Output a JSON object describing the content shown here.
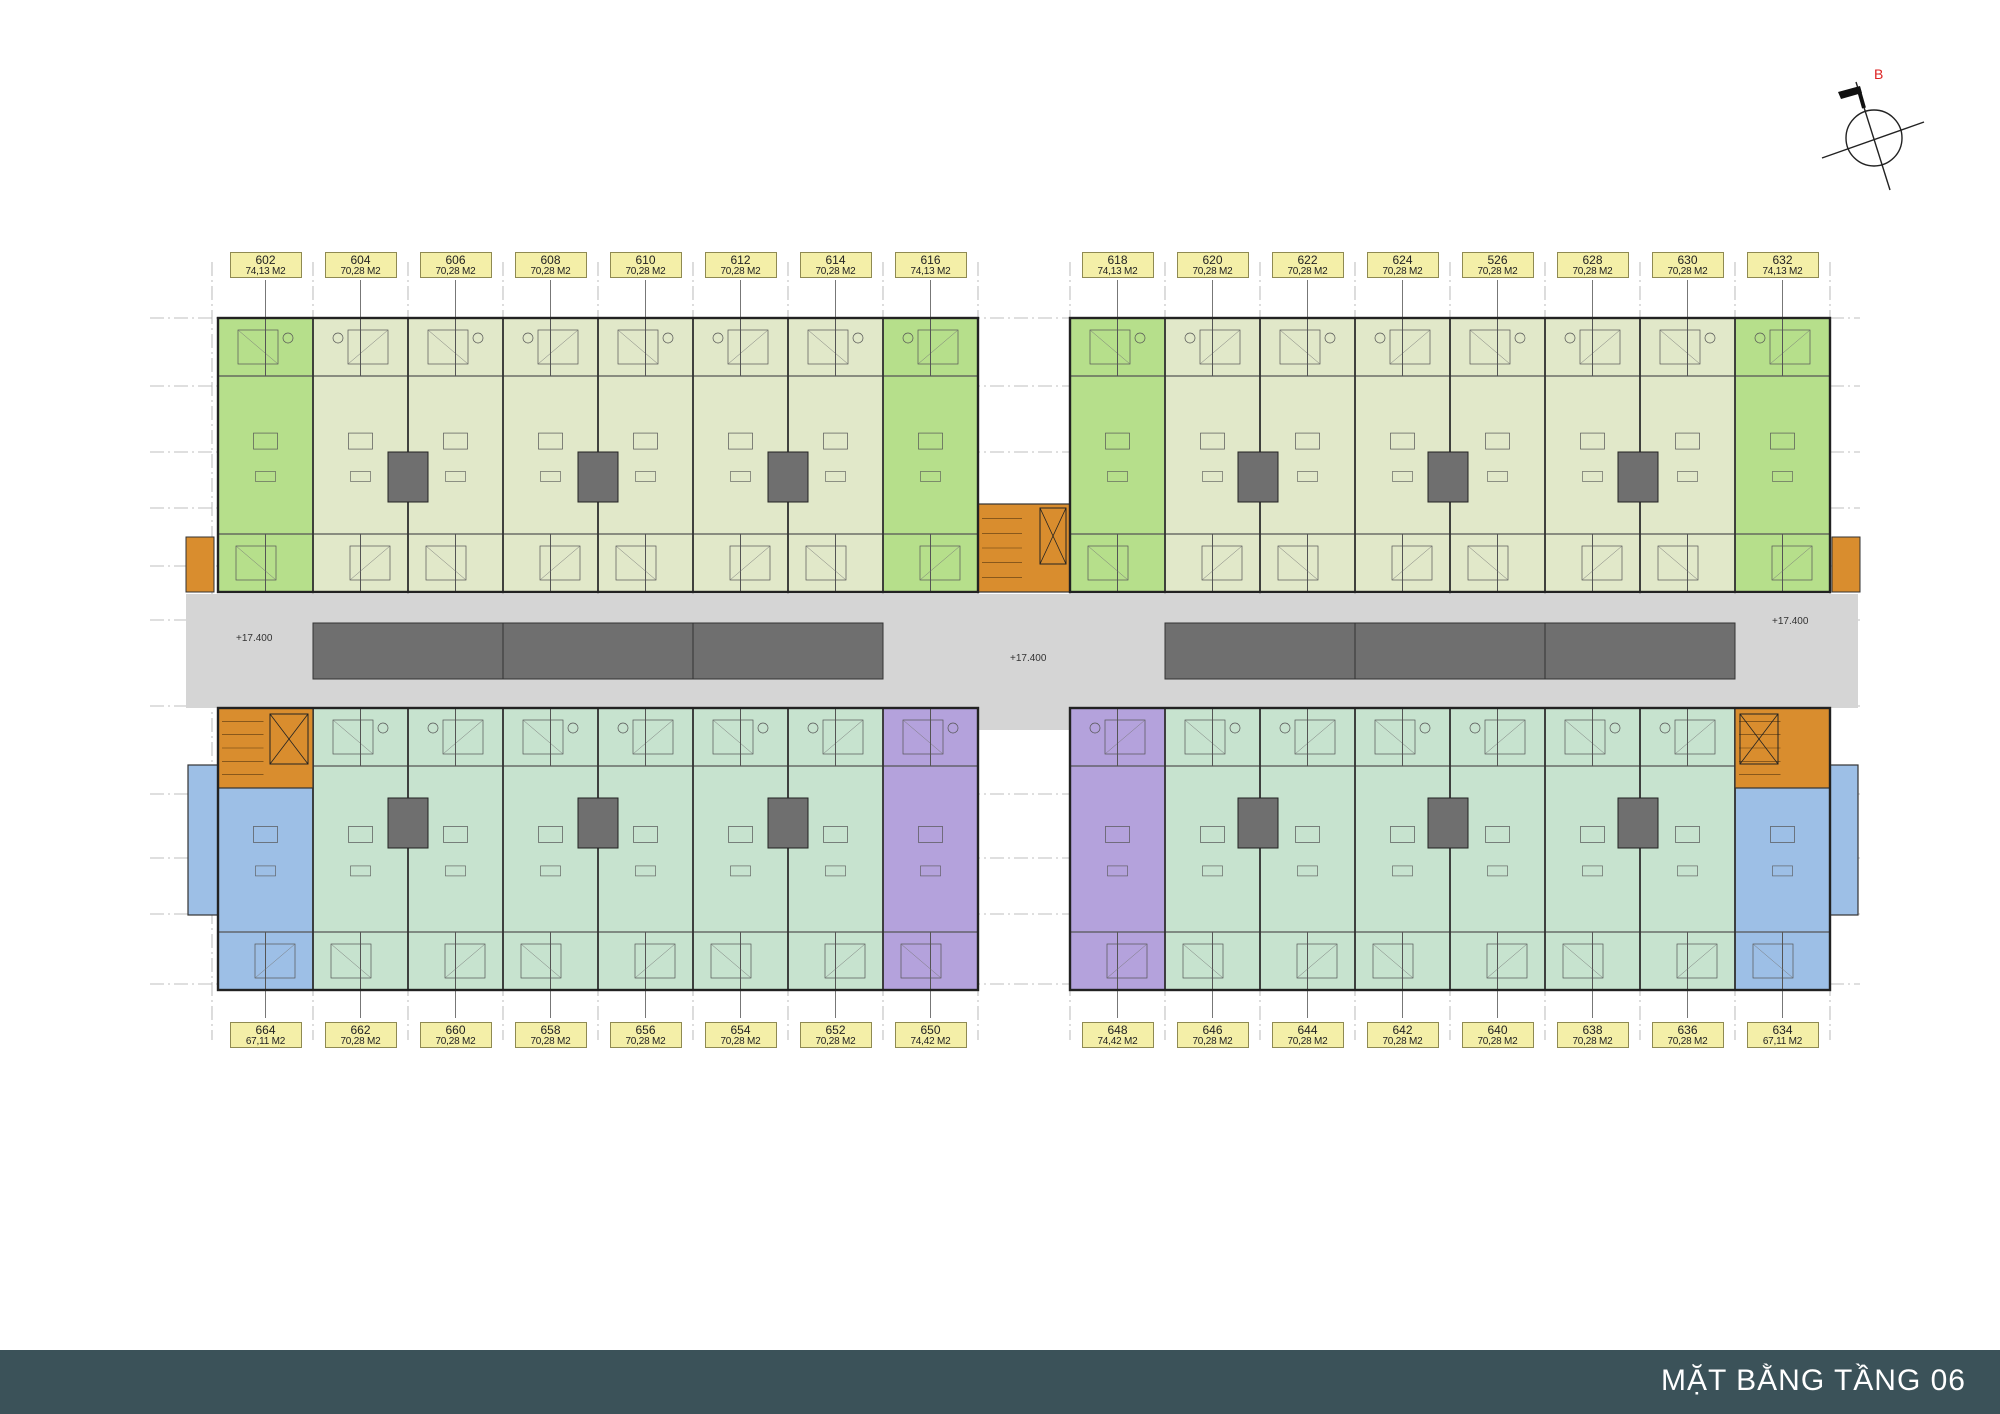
{
  "title": "MẶT BẰNG TẦNG 06",
  "compass": {
    "label": "B"
  },
  "levels": [
    "+17.400",
    "+17.400",
    "+17.400"
  ],
  "colors": {
    "corner_top": "#b6df8b",
    "standard_top": "#e1e8c9",
    "standard_bottom": "#c7e3cf",
    "corner_bottom": "#9dbfe6",
    "special_bottom": "#b4a2dc",
    "stair": "#d98d2e",
    "corridor": "#d5d5d5",
    "void": "#6f6f6f",
    "footer": "#3b5259"
  },
  "units_top": [
    {
      "id": "602",
      "area": "74,13 M2",
      "type": "corner"
    },
    {
      "id": "604",
      "area": "70,28 M2",
      "type": "standard"
    },
    {
      "id": "606",
      "area": "70,28 M2",
      "type": "standard"
    },
    {
      "id": "608",
      "area": "70,28 M2",
      "type": "standard"
    },
    {
      "id": "610",
      "area": "70,28 M2",
      "type": "standard"
    },
    {
      "id": "612",
      "area": "70,28 M2",
      "type": "standard"
    },
    {
      "id": "614",
      "area": "70,28 M2",
      "type": "standard"
    },
    {
      "id": "616",
      "area": "74,13 M2",
      "type": "corner"
    },
    {
      "id": "618",
      "area": "74,13 M2",
      "type": "corner"
    },
    {
      "id": "620",
      "area": "70,28 M2",
      "type": "standard"
    },
    {
      "id": "622",
      "area": "70,28 M2",
      "type": "standard"
    },
    {
      "id": "624",
      "area": "70,28 M2",
      "type": "standard"
    },
    {
      "id": "526",
      "area": "70,28 M2",
      "type": "standard"
    },
    {
      "id": "628",
      "area": "70,28 M2",
      "type": "standard"
    },
    {
      "id": "630",
      "area": "70,28 M2",
      "type": "standard"
    },
    {
      "id": "632",
      "area": "74,13 M2",
      "type": "corner"
    }
  ],
  "units_bottom": [
    {
      "id": "664",
      "area": "67,11 M2",
      "type": "corner"
    },
    {
      "id": "662",
      "area": "70,28 M2",
      "type": "standard"
    },
    {
      "id": "660",
      "area": "70,28 M2",
      "type": "standard"
    },
    {
      "id": "658",
      "area": "70,28 M2",
      "type": "standard"
    },
    {
      "id": "656",
      "area": "70,28 M2",
      "type": "standard"
    },
    {
      "id": "654",
      "area": "70,28 M2",
      "type": "standard"
    },
    {
      "id": "652",
      "area": "70,28 M2",
      "type": "standard"
    },
    {
      "id": "650",
      "area": "74,42 M2",
      "type": "special"
    },
    {
      "id": "648",
      "area": "74,42 M2",
      "type": "special"
    },
    {
      "id": "646",
      "area": "70,28 M2",
      "type": "standard"
    },
    {
      "id": "644",
      "area": "70,28 M2",
      "type": "standard"
    },
    {
      "id": "642",
      "area": "70,28 M2",
      "type": "standard"
    },
    {
      "id": "640",
      "area": "70,28 M2",
      "type": "standard"
    },
    {
      "id": "638",
      "area": "70,28 M2",
      "type": "standard"
    },
    {
      "id": "636",
      "area": "70,28 M2",
      "type": "standard"
    },
    {
      "id": "634",
      "area": "67,11 M2",
      "type": "corner"
    }
  ]
}
